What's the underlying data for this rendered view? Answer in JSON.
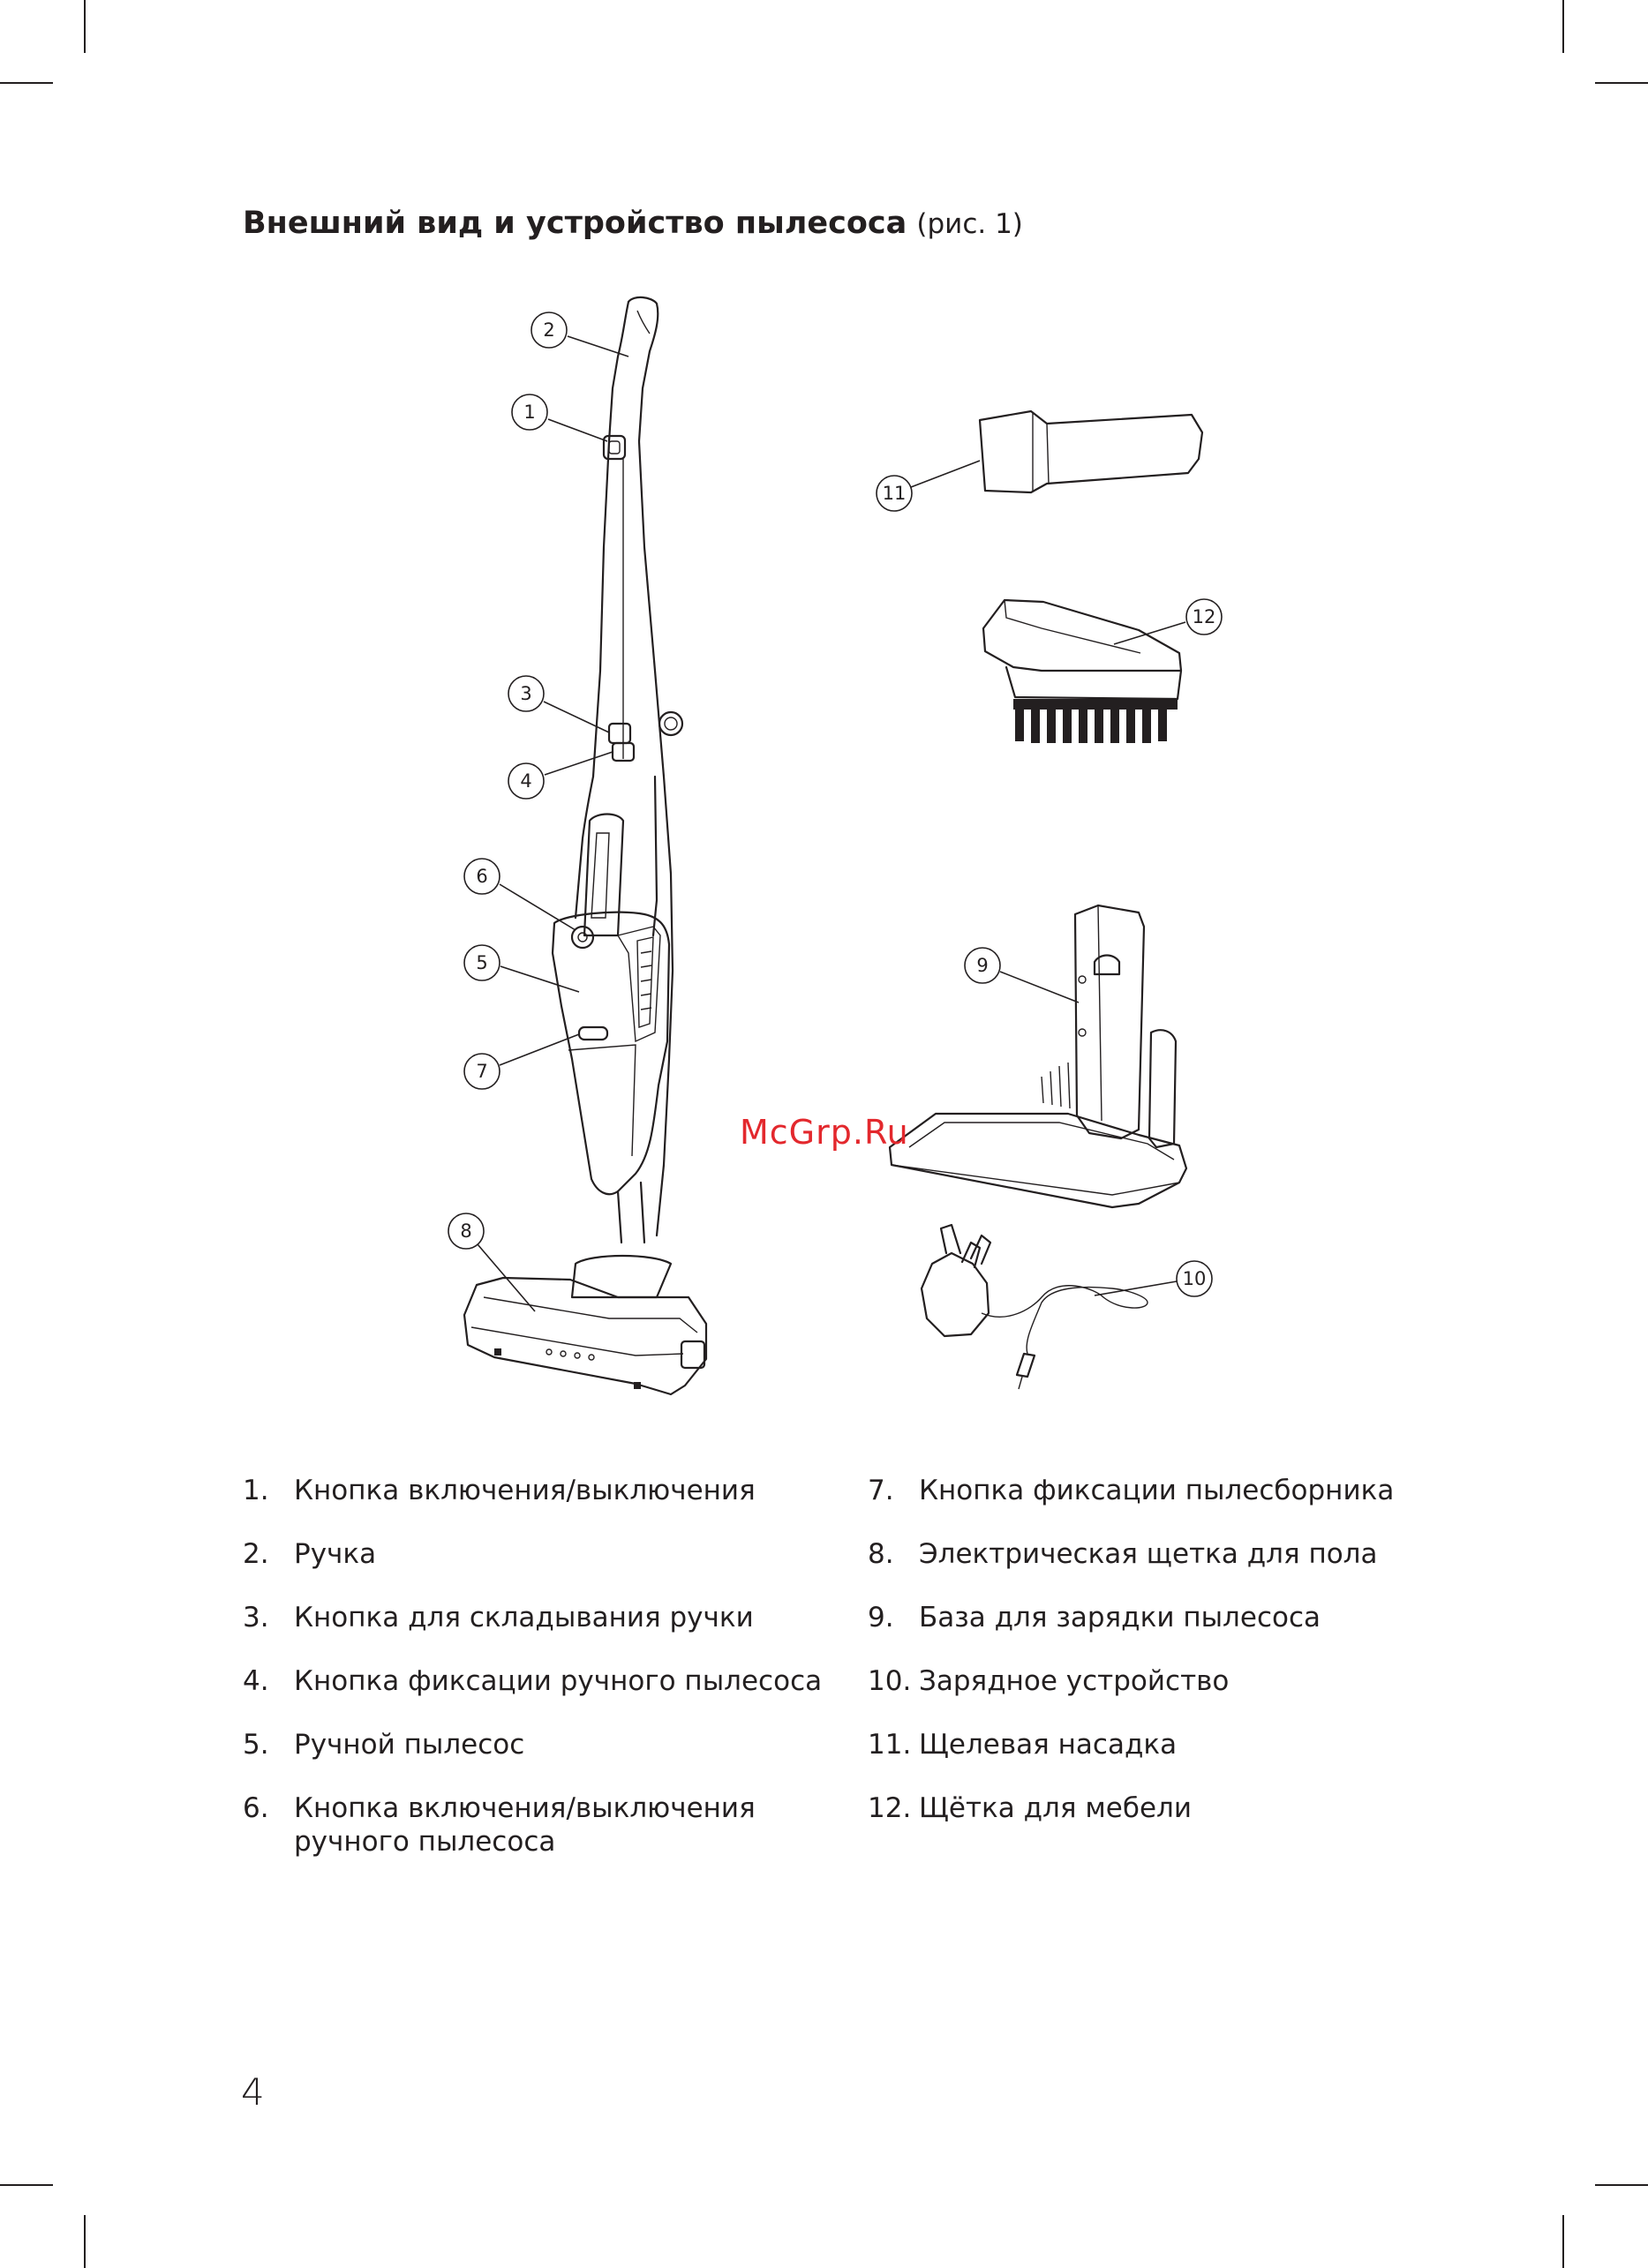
{
  "heading": {
    "bold": "Внешний вид и устройство пылесоса",
    "reference": "(рис. 1)"
  },
  "callouts": [
    "1",
    "2",
    "3",
    "4",
    "5",
    "6",
    "7",
    "8",
    "9",
    "10",
    "11",
    "12"
  ],
  "watermark": "McGrp.Ru",
  "legend": {
    "left": [
      {
        "num": "1.",
        "text": "Кнопка включения/выключения"
      },
      {
        "num": "2.",
        "text": "Ручка"
      },
      {
        "num": "3.",
        "text": "Кнопка для складывания ручки"
      },
      {
        "num": "4.",
        "text": "Кнопка фиксации ручного пылесоса"
      },
      {
        "num": "5.",
        "text": "Ручной пылесос"
      },
      {
        "num": "6.",
        "text": "Кнопка включения/выключения ручного пылесоса"
      }
    ],
    "right": [
      {
        "num": "7.",
        "text": "Кнопка фиксации пылесборника"
      },
      {
        "num": "8.",
        "text": "Электрическая щетка для пола"
      },
      {
        "num": "9.",
        "text": "База для зарядки пылесоса"
      },
      {
        "num": "10.",
        "text": "Зарядное устройство"
      },
      {
        "num": "11.",
        "text": "Щелевая насадка"
      },
      {
        "num": "12.",
        "text": "Щётка для мебели"
      }
    ]
  },
  "page_number": "4",
  "colors": {
    "ink": "#231f20",
    "watermark": "#e3282d",
    "background": "#ffffff"
  }
}
